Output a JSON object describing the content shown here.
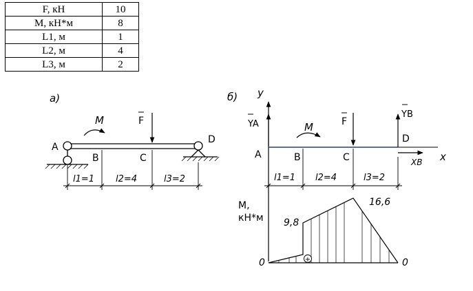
{
  "table": {
    "rows": [
      {
        "name": "F, кН",
        "value": "10"
      },
      {
        "name": "М, кН*м",
        "value": "8"
      },
      {
        "name": "L1, м",
        "value": "1"
      },
      {
        "name": "L2, м",
        "value": "4"
      },
      {
        "name": "L3, м",
        "value": "2"
      }
    ]
  },
  "diagram_a": {
    "panel_label": "а)",
    "moment_label": "M",
    "force_label": "F",
    "points": {
      "A": "A",
      "B": "B",
      "C": "C",
      "D": "D"
    },
    "spans": [
      "l1=1",
      "l2=4",
      "l3=2"
    ]
  },
  "diagram_b": {
    "panel_label": "б)",
    "y_axis_label": "y",
    "x_axis_label": "x",
    "reaction_a": "YA",
    "reaction_b": "YB",
    "reaction_xb": "XB",
    "moment_label": "M",
    "force_label": "F",
    "points": {
      "A": "A",
      "B": "B",
      "C": "C",
      "D": "D"
    },
    "spans": [
      "l1=1",
      "l2=4",
      "l3=2"
    ],
    "moment_axis_label_1": "М,",
    "moment_axis_label_2": "кН*м",
    "values": {
      "left_zero": "0",
      "right_zero": "0",
      "at_b": "9,8",
      "at_c": "16,6"
    },
    "sign": "+"
  }
}
